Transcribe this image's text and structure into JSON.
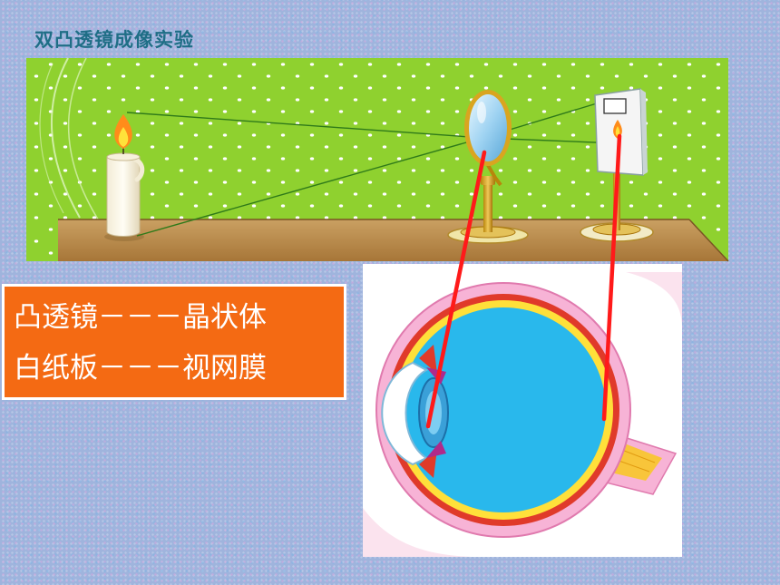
{
  "title": "双凸透镜成像实验",
  "labels": [
    "凸透镜－－－晶状体",
    "白纸板－－－视网膜"
  ],
  "colors": {
    "stage_green": "#8fd12f",
    "table_wood": "#b98a4a",
    "label_orange": "#f46a13",
    "pointer_red": "#ff1a1a",
    "ray_green": "#2f7a1a",
    "eye_blue": "#29b8ec"
  },
  "icons": [
    "candle-icon",
    "convex-lens-icon",
    "screen-board-icon",
    "eye-cross-section-icon"
  ]
}
